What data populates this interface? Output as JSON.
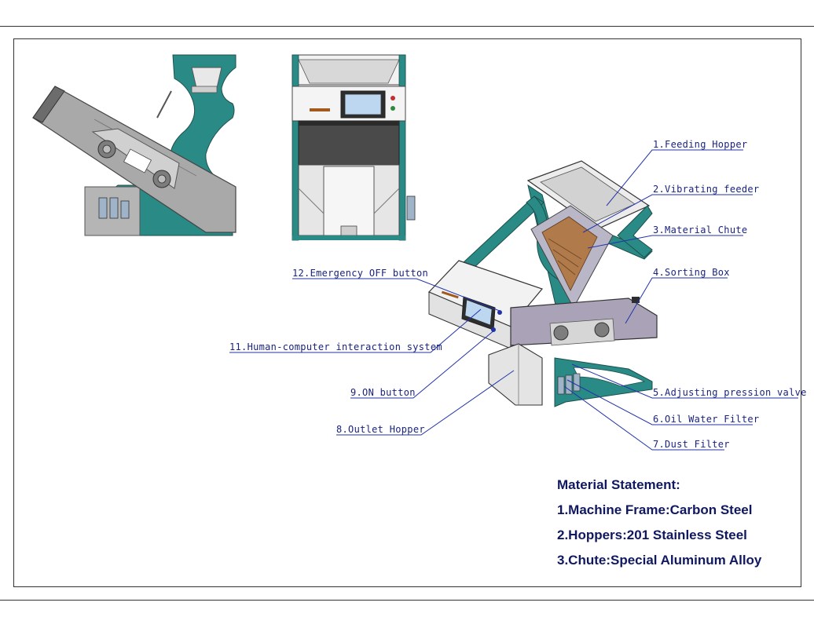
{
  "labels": {
    "l1": "1.Feeding Hopper",
    "l2": "2.Vibrating feeder",
    "l3": "3.Material Chute",
    "l4": "4.Sorting Box",
    "l5": "5.Adjusting pression valve",
    "l6": "6.Oil Water Filter",
    "l7": "7.Dust Filter",
    "l8": "8.Outlet Hopper",
    "l9": "9.ON button",
    "l11": "11.Human-computer interaction system",
    "l12": "12.Emergency OFF button"
  },
  "statement": {
    "title": "Material Statement:",
    "item1": "1.Machine Frame:Carbon Steel",
    "item2": "2.Hoppers:201 Stainless Steel",
    "item3": "3.Chute:Special Aluminum Alloy"
  },
  "colors": {
    "frame_teal": "#2a8a86",
    "panel_gray": "#a8a8a8",
    "label_blue": "#1a237e",
    "leader_blue": "#2233aa"
  }
}
